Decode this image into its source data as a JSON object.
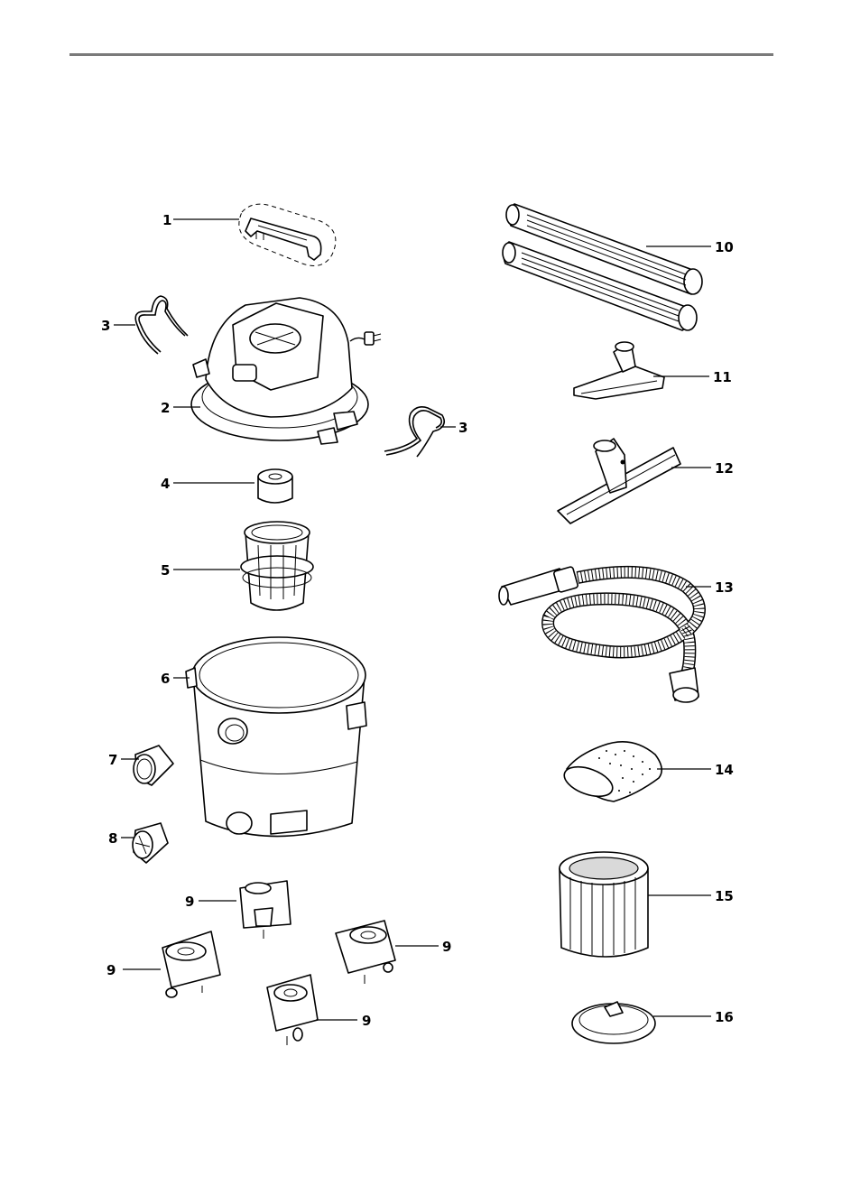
{
  "labels": {
    "p1": "1",
    "p2": "2",
    "p3a": "3",
    "p3b": "3",
    "p4": "4",
    "p5": "5",
    "p6": "6",
    "p7": "7",
    "p8": "8",
    "p9a": "9",
    "p9b": "9",
    "p9c": "9",
    "p9d": "9",
    "p10": "10",
    "p11": "11",
    "p12": "12",
    "p13": "13",
    "p14": "14",
    "p15": "15",
    "p16": "16"
  }
}
